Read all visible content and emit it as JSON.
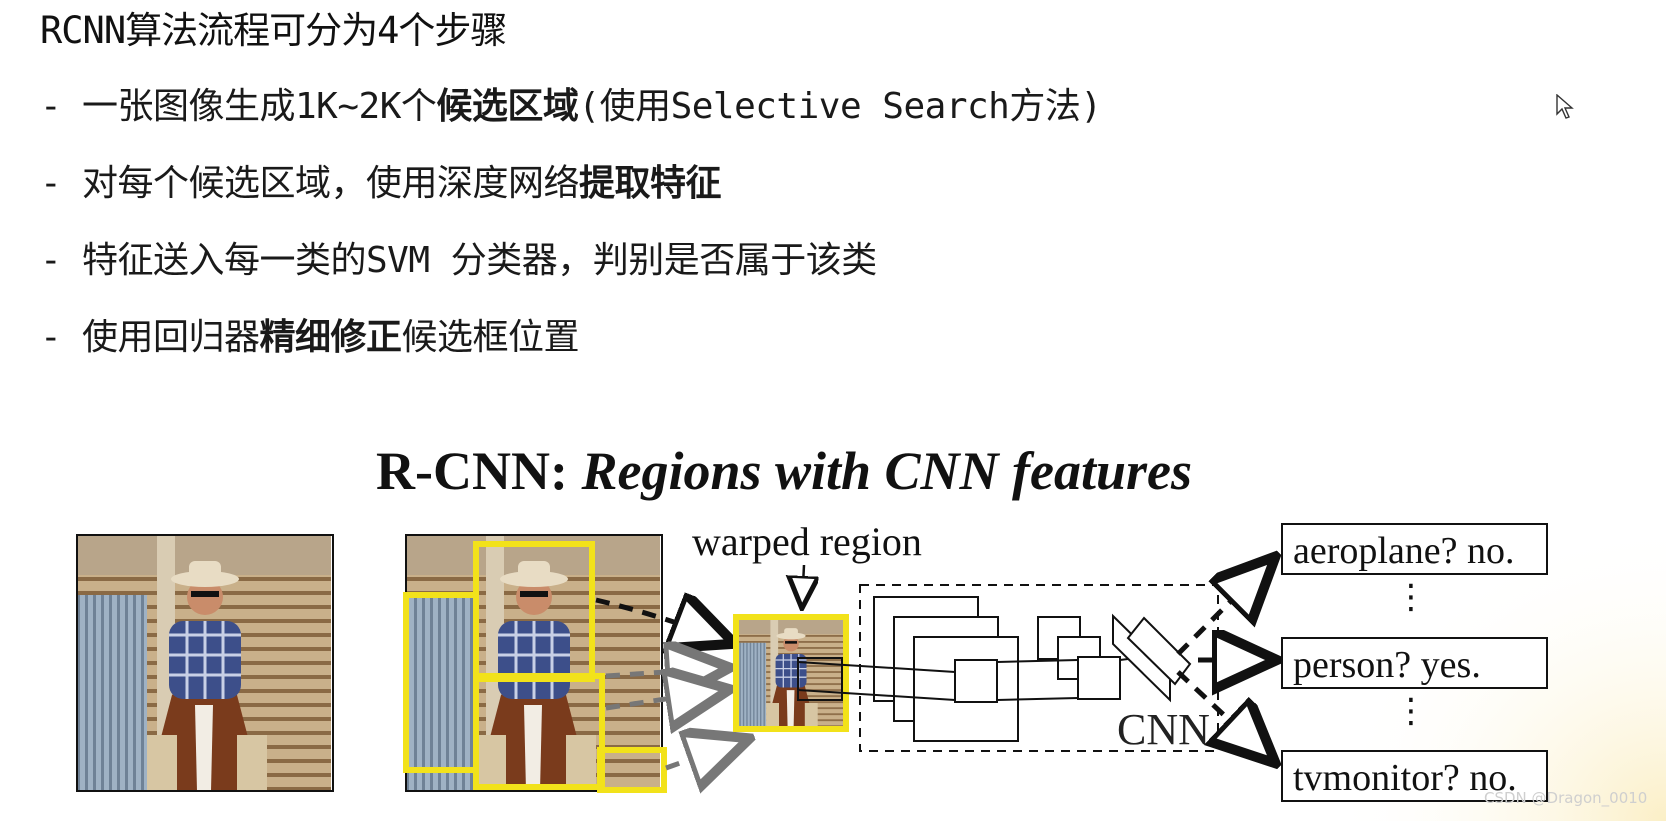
{
  "slide": {
    "heading": "RCNN算法流程可分为4个步骤",
    "bullets": [
      {
        "dash": "-",
        "pre": "一张图像生成1K~2K个",
        "bold": "候选区域",
        "post": "(使用Selective Search方法)"
      },
      {
        "dash": "-",
        "pre": "对每个候选区域，使用深度网络",
        "bold": "提取特征",
        "post": ""
      },
      {
        "dash": "-",
        "pre": "特征送入每一类的SVM 分类器，判别是否属于该类",
        "bold": "",
        "post": ""
      },
      {
        "dash": "-",
        "pre": "使用回归器",
        "bold": "精细修正",
        "post": "候选框位置"
      }
    ]
  },
  "figure": {
    "title_plain": "R-CNN: ",
    "title_italic": "Regions with CNN features",
    "warped_label": "warped region",
    "cnn_label": "CNN",
    "classifiers": [
      "aeroplane? no.",
      "person? yes.",
      "tvmonitor? no."
    ],
    "ellipsis": "⋮",
    "colors": {
      "region_box": "#f2e21a",
      "arrow_dark": "#111111",
      "arrow_gray": "#777777",
      "corner_glow": "#fdf6dc"
    }
  },
  "watermark": "CSDN @Dragon_0010",
  "icons": [
    "mouse-cursor-icon"
  ]
}
